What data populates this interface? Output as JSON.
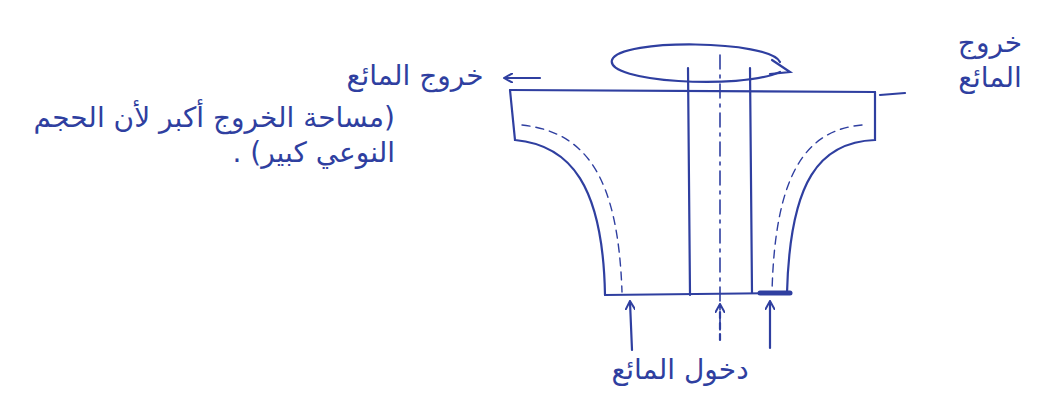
{
  "diagram": {
    "labels": [
      "خروج المائع",
      "(مساحة الخروج أكبر لأن الحجم النوعي كبير) .",
      "خروج المائع",
      "دخول المائع"
    ]
  }
}
